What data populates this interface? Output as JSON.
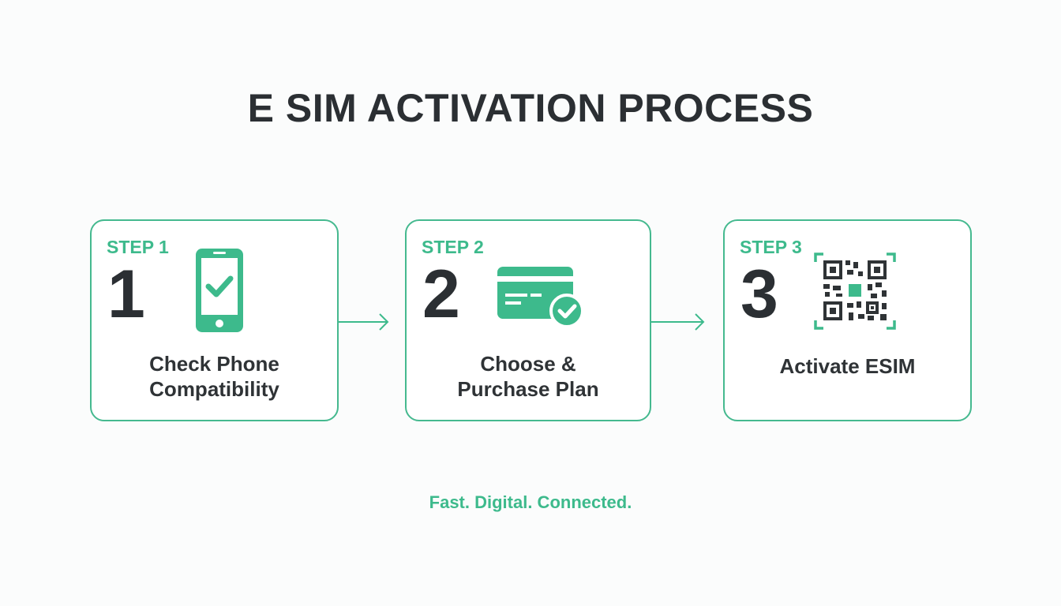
{
  "title": "E SIM ACTIVATION PROCESS",
  "steps": [
    {
      "label": "STEP 1",
      "number": "1",
      "desc_line1": "Check Phone",
      "desc_line2": "Compatibility",
      "icon": "phone-check-icon"
    },
    {
      "label": "STEP 2",
      "number": "2",
      "desc_line1": "Choose &",
      "desc_line2": "Purchase Plan",
      "icon": "card-check-icon"
    },
    {
      "label": "STEP 3",
      "number": "3",
      "desc_line1": "Activate ESIM",
      "icon": "qr-code-icon"
    }
  ],
  "tagline": "Fast. Digital. Connected.",
  "colors": {
    "accent": "#3dba8c",
    "text": "#2b2f33"
  }
}
